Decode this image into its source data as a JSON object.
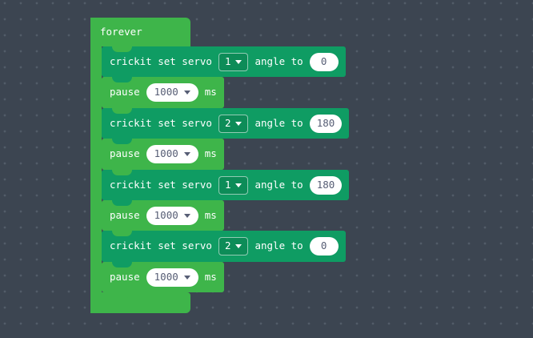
{
  "workspace": {
    "background_color": "#3C4551",
    "dot_color": "#525C68"
  },
  "palette": {
    "loops_green": "#3EB54A",
    "crickit_teal": "#0F9C63",
    "field_text": "#575E75",
    "label_text": "#FFFFFF"
  },
  "forever": {
    "label": "forever"
  },
  "rows": [
    {
      "kind": "servo",
      "prefix": "crickit set servo",
      "servo": "1",
      "infix": "angle to",
      "angle": "0"
    },
    {
      "kind": "pause",
      "label": "pause",
      "duration": "1000",
      "unit": "ms"
    },
    {
      "kind": "servo",
      "prefix": "crickit set servo",
      "servo": "2",
      "infix": "angle to",
      "angle": "180"
    },
    {
      "kind": "pause",
      "label": "pause",
      "duration": "1000",
      "unit": "ms"
    },
    {
      "kind": "servo",
      "prefix": "crickit set servo",
      "servo": "1",
      "infix": "angle to",
      "angle": "180"
    },
    {
      "kind": "pause",
      "label": "pause",
      "duration": "1000",
      "unit": "ms"
    },
    {
      "kind": "servo",
      "prefix": "crickit set servo",
      "servo": "2",
      "infix": "angle to",
      "angle": "0"
    },
    {
      "kind": "pause",
      "label": "pause",
      "duration": "1000",
      "unit": "ms"
    }
  ]
}
